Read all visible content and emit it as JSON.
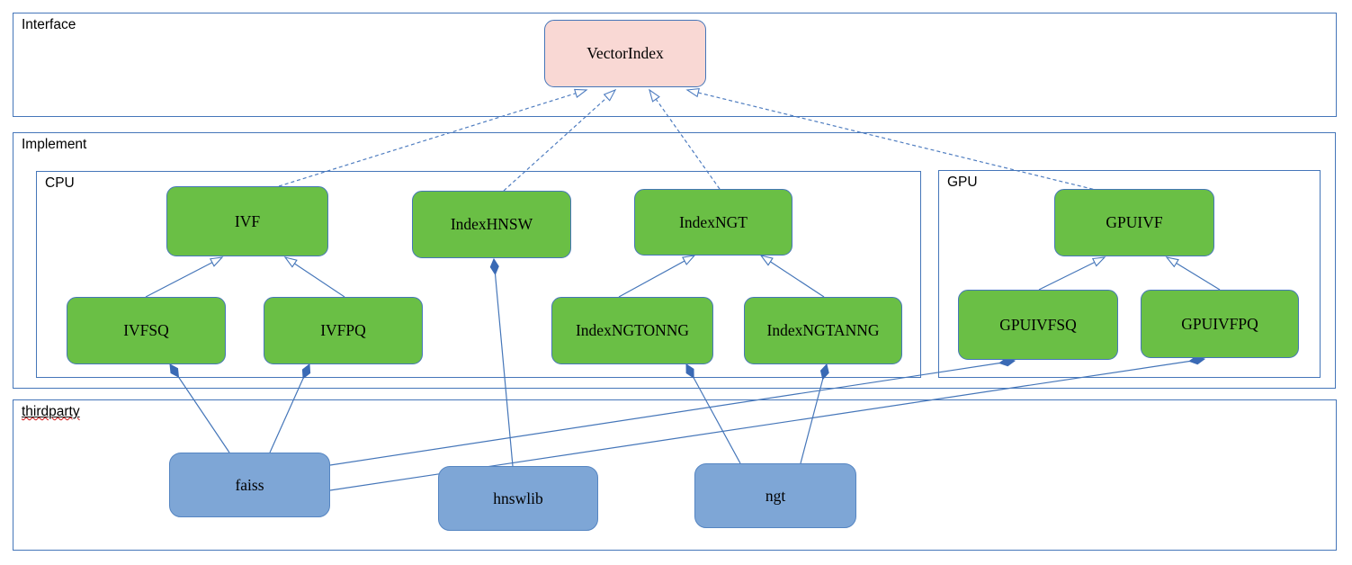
{
  "diagram": {
    "containers": {
      "interface": {
        "label": "Interface"
      },
      "implement": {
        "label": "Implement"
      },
      "cpu": {
        "label": "CPU"
      },
      "gpu": {
        "label": "GPU"
      },
      "thirdparty": {
        "label": "thirdparty"
      }
    },
    "nodes": {
      "vectorindex": {
        "label": "VectorIndex",
        "kind": "interface"
      },
      "ivf": {
        "label": "IVF",
        "kind": "class"
      },
      "indexhnsw": {
        "label": "IndexHNSW",
        "kind": "class"
      },
      "indexngt": {
        "label": "IndexNGT",
        "kind": "class"
      },
      "ivfsq": {
        "label": "IVFSQ",
        "kind": "class"
      },
      "ivfpq": {
        "label": "IVFPQ",
        "kind": "class"
      },
      "indexngtonng": {
        "label": "IndexNGTONNG",
        "kind": "class"
      },
      "indexngtanng": {
        "label": "IndexNGTANNG",
        "kind": "class"
      },
      "gpuivf": {
        "label": "GPUIVF",
        "kind": "class"
      },
      "gpuivfsq": {
        "label": "GPUIVFSQ",
        "kind": "class"
      },
      "gpuivfpq": {
        "label": "GPUIVFPQ",
        "kind": "class"
      },
      "faiss": {
        "label": "faiss",
        "kind": "thirdparty-lib"
      },
      "hnswlib": {
        "label": "hnswlib",
        "kind": "thirdparty-lib"
      },
      "ngt": {
        "label": "ngt",
        "kind": "thirdparty-lib"
      }
    },
    "edges": [
      {
        "from": "IVF",
        "to": "VectorIndex",
        "type": "realization-dashed"
      },
      {
        "from": "IndexHNSW",
        "to": "VectorIndex",
        "type": "realization-dashed"
      },
      {
        "from": "IndexNGT",
        "to": "VectorIndex",
        "type": "realization-dashed"
      },
      {
        "from": "GPUIVF",
        "to": "VectorIndex",
        "type": "realization-dashed"
      },
      {
        "from": "IVFSQ",
        "to": "IVF",
        "type": "inheritance"
      },
      {
        "from": "IVFPQ",
        "to": "IVF",
        "type": "inheritance"
      },
      {
        "from": "IndexNGTONNG",
        "to": "IndexNGT",
        "type": "inheritance"
      },
      {
        "from": "IndexNGTANNG",
        "to": "IndexNGT",
        "type": "inheritance"
      },
      {
        "from": "GPUIVFSQ",
        "to": "GPUIVF",
        "type": "inheritance"
      },
      {
        "from": "GPUIVFPQ",
        "to": "GPUIVF",
        "type": "inheritance"
      },
      {
        "from": "faiss",
        "to": "IVFSQ",
        "type": "composition-diamond"
      },
      {
        "from": "faiss",
        "to": "IVFPQ",
        "type": "composition-diamond"
      },
      {
        "from": "hnswlib",
        "to": "IndexHNSW",
        "type": "composition-diamond"
      },
      {
        "from": "ngt",
        "to": "IndexNGTONNG",
        "type": "composition-diamond"
      },
      {
        "from": "ngt",
        "to": "IndexNGTANNG",
        "type": "composition-diamond"
      },
      {
        "from": "faiss",
        "to": "GPUIVFSQ",
        "type": "composition-diamond"
      },
      {
        "from": "faiss",
        "to": "GPUIVFPQ",
        "type": "composition-diamond"
      }
    ],
    "colors": {
      "interface_fill": "#f9d8d4",
      "class_fill": "#6abf45",
      "thirdparty_fill": "#7ea6d6",
      "line": "#4576b9",
      "dashed_line": "#4f7dc0",
      "container_border": "#4576b9",
      "spellcheck_wavy": "#cc1111"
    }
  }
}
